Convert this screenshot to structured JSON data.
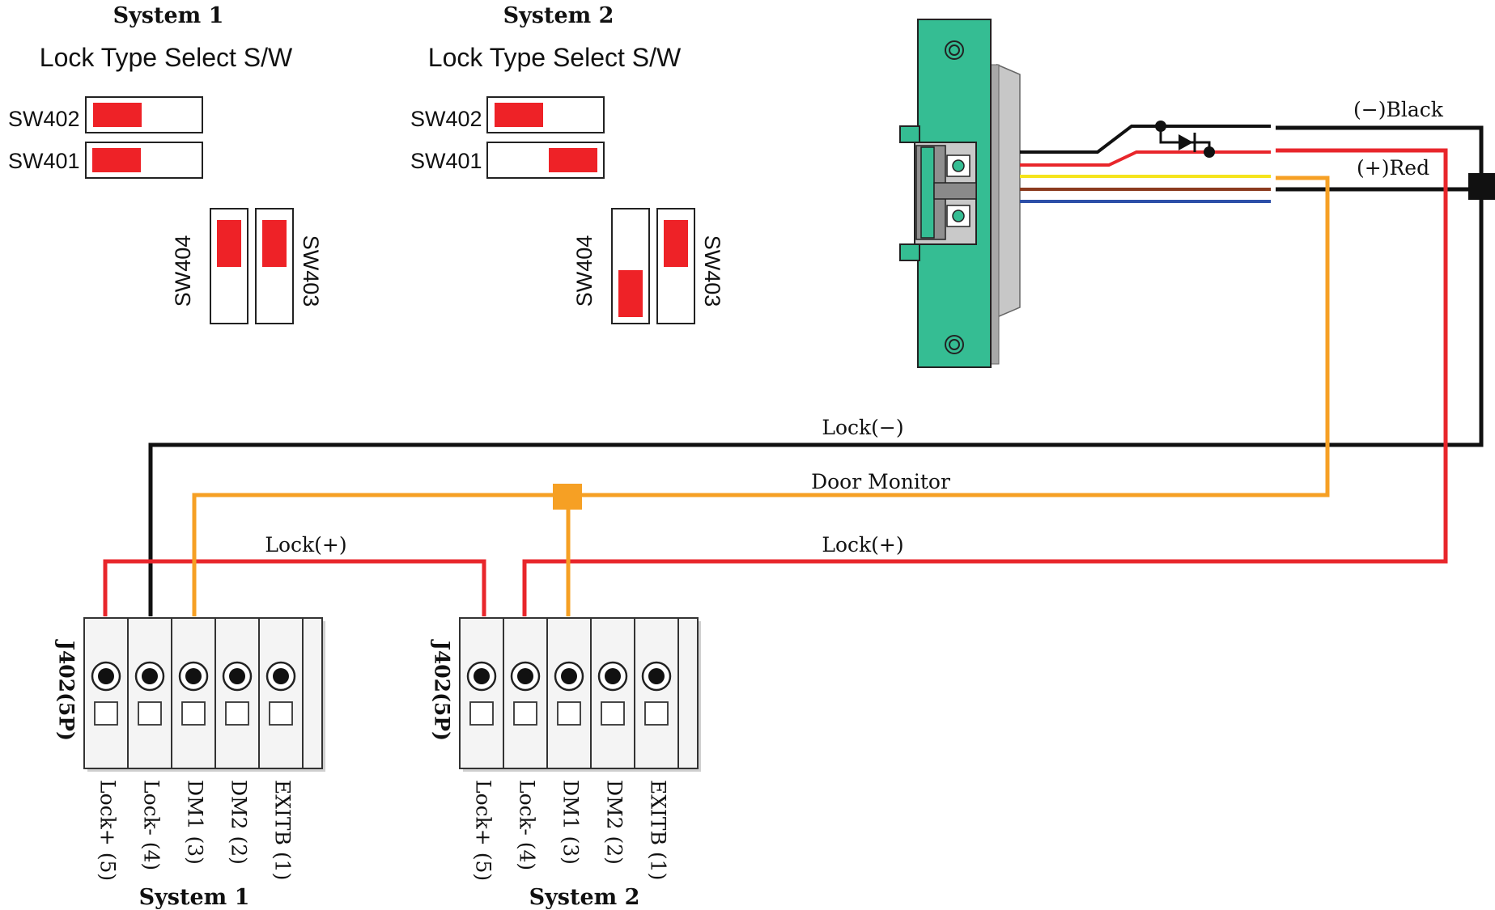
{
  "colors": {
    "wire_black": "#111111",
    "wire_red": "#e8262b",
    "wire_orange": "#f6a024",
    "wire_yellow": "#f5e41b",
    "wire_brown": "#8b3a1e",
    "wire_blue": "#2c4fa8",
    "switch_knob": "#ee2227",
    "lock_body": "#35bd93",
    "lock_metal": "#b9b9b9"
  },
  "system1": {
    "title": "System 1",
    "subtitle": "Lock Type Select S/W",
    "sw402": "SW402",
    "sw401": "SW401",
    "sw404": "SW404",
    "sw403": "SW403"
  },
  "system2": {
    "title": "System 2",
    "subtitle": "Lock Type Select S/W",
    "sw402": "SW402",
    "sw401": "SW401",
    "sw404": "SW404",
    "sw403": "SW403"
  },
  "wires": {
    "black": "(−)Black",
    "red": "(+)Red",
    "lock_minus": "Lock(−)",
    "door_monitor": "Door  Monitor",
    "lock_plus_left": "Lock(+)",
    "lock_plus_right": "Lock(+)"
  },
  "terminal1": {
    "connector": "J402(5P)",
    "pins": [
      "Lock+ (5)",
      "Lock- (4)",
      "DM1 (3)",
      "DM2 (2)",
      "EXITB (1)"
    ],
    "footer": "System 1"
  },
  "terminal2": {
    "connector": "J402(5P)",
    "pins": [
      "Lock+ (5)",
      "Lock- (4)",
      "DM1 (3)",
      "DM2 (2)",
      "EXITB (1)"
    ],
    "footer": "System 2"
  }
}
